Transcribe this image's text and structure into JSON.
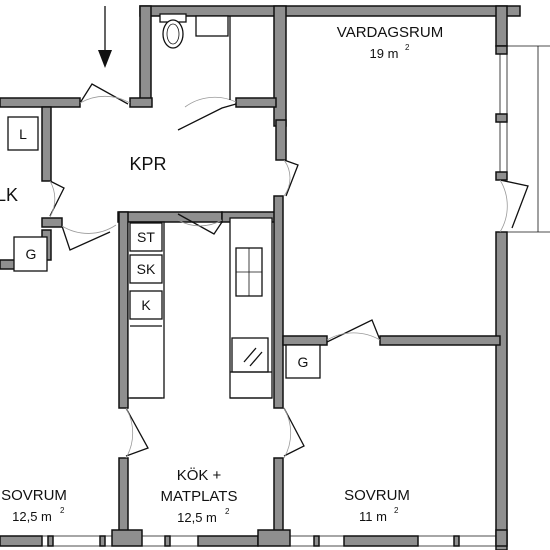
{
  "rooms": {
    "vardagsrum": {
      "name": "VARDAGSRUM",
      "area": "19 m",
      "unit_sup": "2"
    },
    "kpr": {
      "name": "KPR"
    },
    "lk": {
      "name": "LK"
    },
    "sovrum_left": {
      "name": "SOVRUM",
      "area": "12,5 m",
      "unit_sup": "2"
    },
    "kok": {
      "name_line1": "KÖK +",
      "name_line2": "MATPLATS",
      "area": "12,5 m",
      "unit_sup": "2"
    },
    "sovrum_right": {
      "name": "SOVRUM",
      "area": "11 m",
      "unit_sup": "2"
    }
  },
  "fixtures": {
    "l_label": "L",
    "g_label_left": "G",
    "g_label_right": "G",
    "st_label": "ST",
    "sk_label": "SK",
    "k_label": "K"
  },
  "colors": {
    "wall": "#8f8f8f",
    "line": "#111111",
    "background": "#ffffff"
  }
}
